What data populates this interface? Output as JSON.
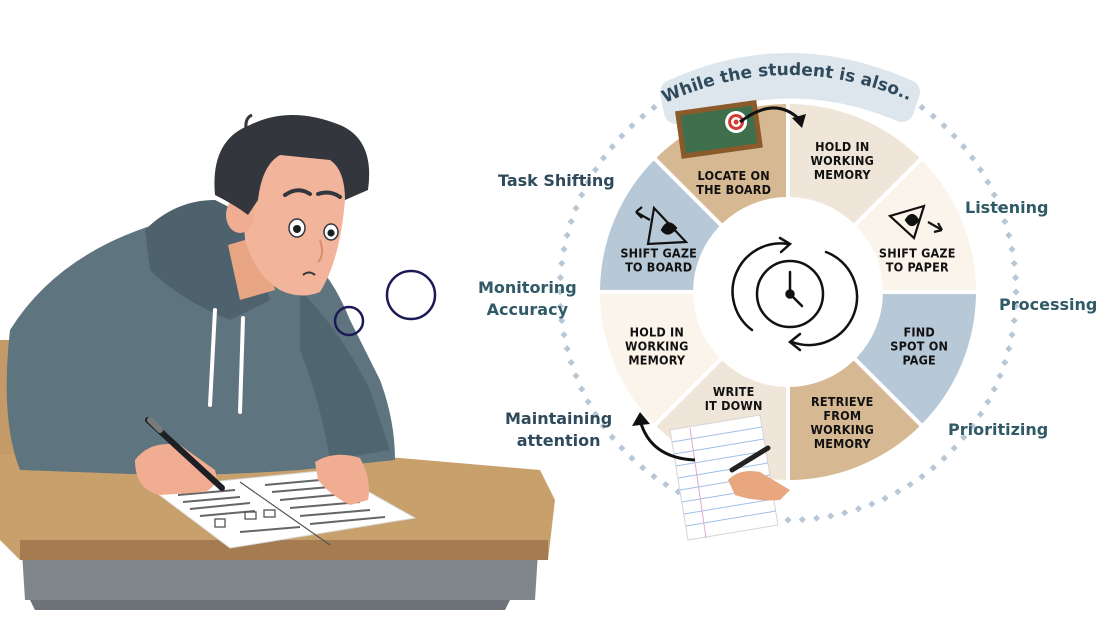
{
  "title": "While the student is also...",
  "colors": {
    "label_text": "#2f4a5c",
    "title_pill": "#dde6ec",
    "dots": "#b7c7d5",
    "seg_blue": "#b7c8d7",
    "seg_tan": "#d6b892",
    "seg_beige": "#efe5d8",
    "seg_cream": "#fbf4ea",
    "hoodie": "#5e7580",
    "desk": "#c8a06c"
  },
  "wheel": {
    "segments": [
      {
        "id": "locate-on-board",
        "lines": [
          "LOCATE ON",
          "THE BOARD"
        ],
        "color": "seg_tan",
        "icon": "chalkboard-target-icon"
      },
      {
        "id": "hold-in-working-memory-1",
        "lines": [
          "HOLD IN",
          "WORKING",
          "MEMORY"
        ],
        "color": "seg_beige",
        "icon": ""
      },
      {
        "id": "shift-gaze-to-paper",
        "lines": [
          "SHIFT GAZE",
          "TO PAPER"
        ],
        "color": "seg_cream",
        "icon": "eye-arrow-right-icon"
      },
      {
        "id": "find-spot-on-page",
        "lines": [
          "FIND",
          "SPOT ON",
          "PAGE"
        ],
        "color": "seg_blue",
        "icon": ""
      },
      {
        "id": "retrieve-from-working-memory",
        "lines": [
          "RETRIEVE",
          "FROM",
          "WORKING",
          "MEMORY"
        ],
        "color": "seg_tan",
        "icon": ""
      },
      {
        "id": "write-it-down",
        "lines": [
          "WRITE",
          "IT DOWN"
        ],
        "color": "seg_beige",
        "icon": "hand-writing-paper-icon"
      },
      {
        "id": "hold-in-working-memory-2",
        "lines": [
          "HOLD IN",
          "WORKING",
          "MEMORY"
        ],
        "color": "seg_cream",
        "icon": ""
      },
      {
        "id": "shift-gaze-to-board",
        "lines": [
          "SHIFT GAZE",
          "TO BOARD"
        ],
        "color": "seg_blue",
        "icon": "eye-arrow-left-icon"
      }
    ],
    "center_icon": "clock-cycle-icon"
  },
  "outer_labels": {
    "task_shifting": "Task Shifting",
    "listening": "Listening",
    "monitoring": [
      "Monitoring",
      "Accuracy"
    ],
    "processing": "Processing",
    "maintaining": [
      "Maintaining",
      "attention"
    ],
    "prioritizing": "Prioritizing"
  },
  "illustration": {
    "subject": "student writing at desk",
    "thought_bubbles": 2
  }
}
